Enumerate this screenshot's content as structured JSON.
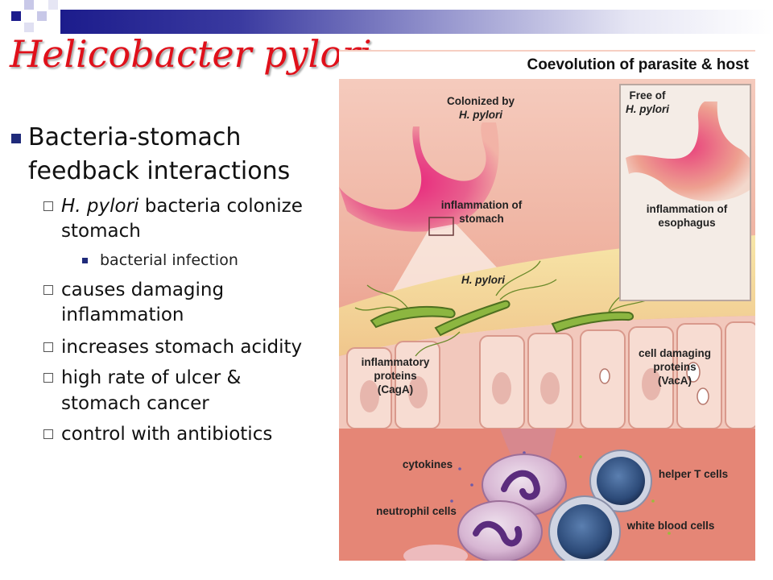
{
  "slide": {
    "title": "Helicobacter pylori",
    "bullets": [
      {
        "level": 1,
        "lines": [
          "Bacteria-stomach",
          "feedback interactions"
        ]
      },
      {
        "level": 2,
        "italic_prefix": "H. pylori",
        "lines": [
          " bacteria colonize",
          "stomach"
        ]
      },
      {
        "level": 3,
        "lines": [
          "bacterial infection"
        ]
      },
      {
        "level": 2,
        "lines": [
          "causes damaging",
          "inflammation"
        ]
      },
      {
        "level": 2,
        "lines": [
          "increases stomach acidity"
        ]
      },
      {
        "level": 2,
        "lines": [
          "high rate of ulcer &",
          "stomach cancer"
        ]
      },
      {
        "level": 2,
        "lines": [
          "control with antibiotics"
        ]
      }
    ]
  },
  "figure": {
    "title": "Coevolution of parasite & host",
    "labels": {
      "colonized_1": "Colonized by",
      "colonized_2": "H. pylori",
      "free_1": "Free of",
      "free_2": "H. pylori",
      "infl_stomach_1": "inflammation of",
      "infl_stomach_2": "stomach",
      "infl_esoph_1": "inflammation of",
      "infl_esoph_2": "esophagus",
      "hpylori": "H. pylori",
      "inflam_prot_1": "inflammatory",
      "inflam_prot_2": "proteins",
      "inflam_prot_3": "(CagA)",
      "cell_dmg_1": "cell damaging",
      "cell_dmg_2": "proteins",
      "cell_dmg_3": "(VacA)",
      "cytokines": "cytokines",
      "neutrophil": "neutrophil cells",
      "helper_t": "helper T cells",
      "white_blood": "white blood cells"
    }
  },
  "colors": {
    "title_red": "#e0101a",
    "bullet_navy": "#1f2a7a",
    "bar_start": "#1c1c8c"
  }
}
